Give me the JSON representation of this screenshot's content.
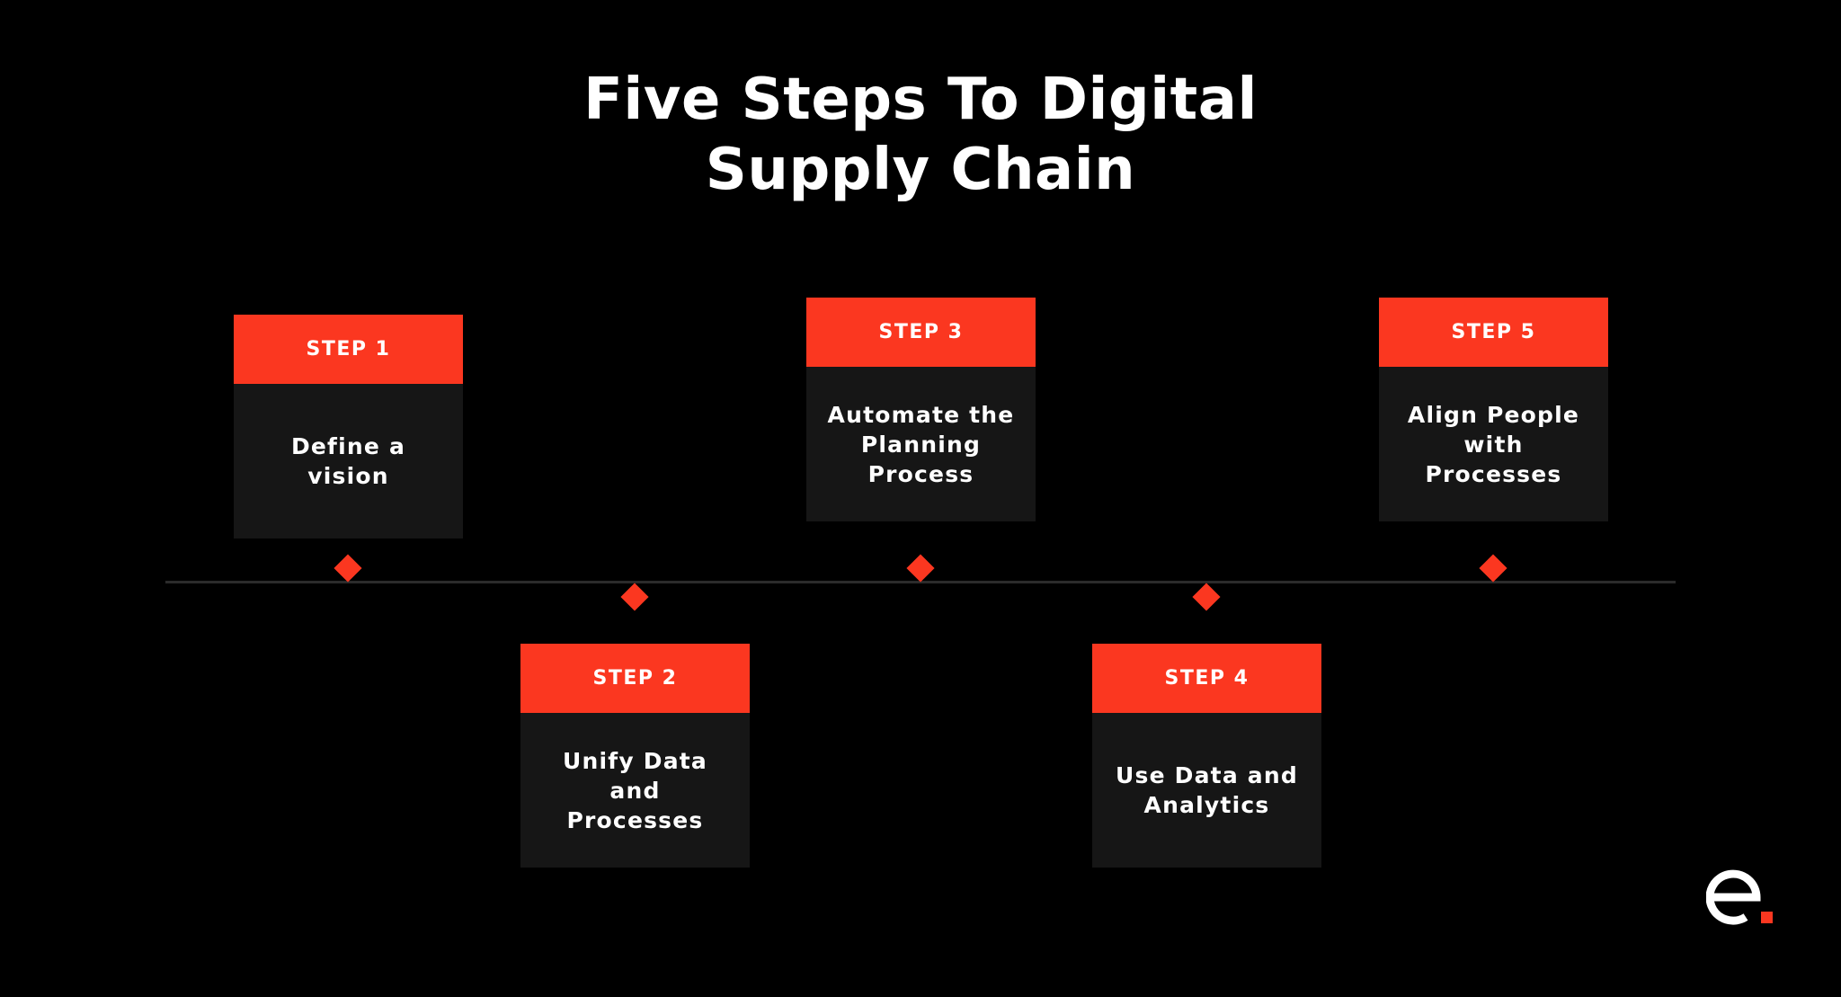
{
  "title": {
    "line1": "Five Steps To Digital",
    "line2": "Supply Chain"
  },
  "steps": [
    {
      "label": "STEP 1",
      "text": [
        "Define a vision"
      ]
    },
    {
      "label": "STEP 2",
      "text": [
        "Unify Data and",
        "Processes"
      ]
    },
    {
      "label": "STEP 3",
      "text": [
        "Automate the",
        "Planning",
        "Process"
      ]
    },
    {
      "label": "STEP 4",
      "text": [
        "Use Data and",
        "Analytics"
      ]
    },
    {
      "label": "STEP 5",
      "text": [
        "Align People",
        "with Processes"
      ]
    }
  ],
  "colors": {
    "accent": "#fb3720",
    "card": "#161616",
    "background": "#000000",
    "text": "#ffffff"
  },
  "logo": {
    "icon": "e-logo-icon"
  }
}
